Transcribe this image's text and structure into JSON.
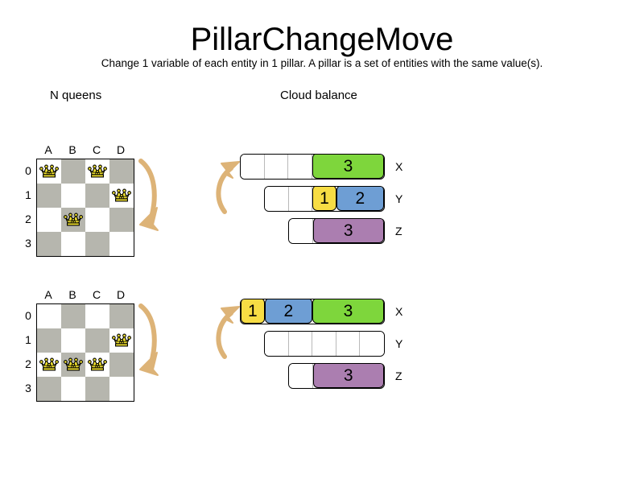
{
  "header": {
    "title": "PillarChangeMove",
    "subtitle": "Change 1 variable of each entity in 1 pillar. A pillar is a set of entities with the same value(s)."
  },
  "sections": {
    "nqueens": {
      "heading": "N queens"
    },
    "cloud": {
      "heading": "Cloud balance"
    }
  },
  "colors": {
    "green": "#7ed63c",
    "blue": "#6e9ed4",
    "purple": "#ab7eb0",
    "yellow": "#f7dd44",
    "dark_square": "#b6b6ae",
    "light_square": "#ffffff",
    "arrow": "#ddb377",
    "arrow_stroke": "#c8973f",
    "queen_body": "#f2e32e",
    "queen_outline": "#000000"
  },
  "boards": [
    {
      "id": "board-before",
      "column_labels": [
        "A",
        "B",
        "C",
        "D"
      ],
      "row_labels": [
        "0",
        "1",
        "2",
        "3"
      ],
      "queens": [
        {
          "col": 0,
          "row": 0,
          "square": "A0"
        },
        {
          "col": 2,
          "row": 0,
          "square": "C0"
        },
        {
          "col": 3,
          "row": 1,
          "square": "D1"
        },
        {
          "col": 1,
          "row": 2,
          "square": "B2"
        }
      ]
    },
    {
      "id": "board-after",
      "column_labels": [
        "A",
        "B",
        "C",
        "D"
      ],
      "row_labels": [
        "0",
        "1",
        "2",
        "3"
      ],
      "queens": [
        {
          "col": 3,
          "row": 1,
          "square": "D1"
        },
        {
          "col": 0,
          "row": 2,
          "square": "A2"
        },
        {
          "col": 1,
          "row": 2,
          "square": "B2"
        },
        {
          "col": 2,
          "row": 2,
          "square": "C2"
        }
      ]
    }
  ],
  "cloud_bars": [
    {
      "id": "cloud-before",
      "rows": [
        {
          "label": "X",
          "indent": 36,
          "capacity": 6,
          "empty_units": 3,
          "segments": [
            {
              "value": "3",
              "units": 3,
              "color": "#7ed63c"
            }
          ]
        },
        {
          "label": "Y",
          "indent": 66,
          "capacity": 5,
          "empty_units": 2,
          "segments": [
            {
              "value": "1",
              "units": 1,
              "color": "#f7dd44"
            },
            {
              "value": "2",
              "units": 2,
              "color": "#6e9ed4"
            }
          ]
        },
        {
          "label": "Z",
          "indent": 96,
          "capacity": 4,
          "empty_units": 1,
          "segments": [
            {
              "value": "3",
              "units": 3,
              "color": "#ab7eb0"
            }
          ]
        }
      ]
    },
    {
      "id": "cloud-after",
      "rows": [
        {
          "label": "X",
          "indent": 36,
          "capacity": 6,
          "empty_units": 0,
          "segments": [
            {
              "value": "1",
              "units": 1,
              "color": "#f7dd44"
            },
            {
              "value": "2",
              "units": 2,
              "color": "#6e9ed4"
            },
            {
              "value": "3",
              "units": 3,
              "color": "#7ed63c"
            }
          ]
        },
        {
          "label": "Y",
          "indent": 66,
          "capacity": 5,
          "empty_units": 5,
          "segments": []
        },
        {
          "label": "Z",
          "indent": 96,
          "capacity": 4,
          "empty_units": 1,
          "segments": [
            {
              "value": "3",
              "units": 3,
              "color": "#ab7eb0"
            }
          ]
        }
      ]
    }
  ],
  "arrows": [
    {
      "name": "arrow-queens-top",
      "direction": "down"
    },
    {
      "name": "arrow-queens-bottom",
      "direction": "down"
    },
    {
      "name": "arrow-cloud-top",
      "direction": "up"
    },
    {
      "name": "arrow-cloud-bottom",
      "direction": "up"
    }
  ]
}
